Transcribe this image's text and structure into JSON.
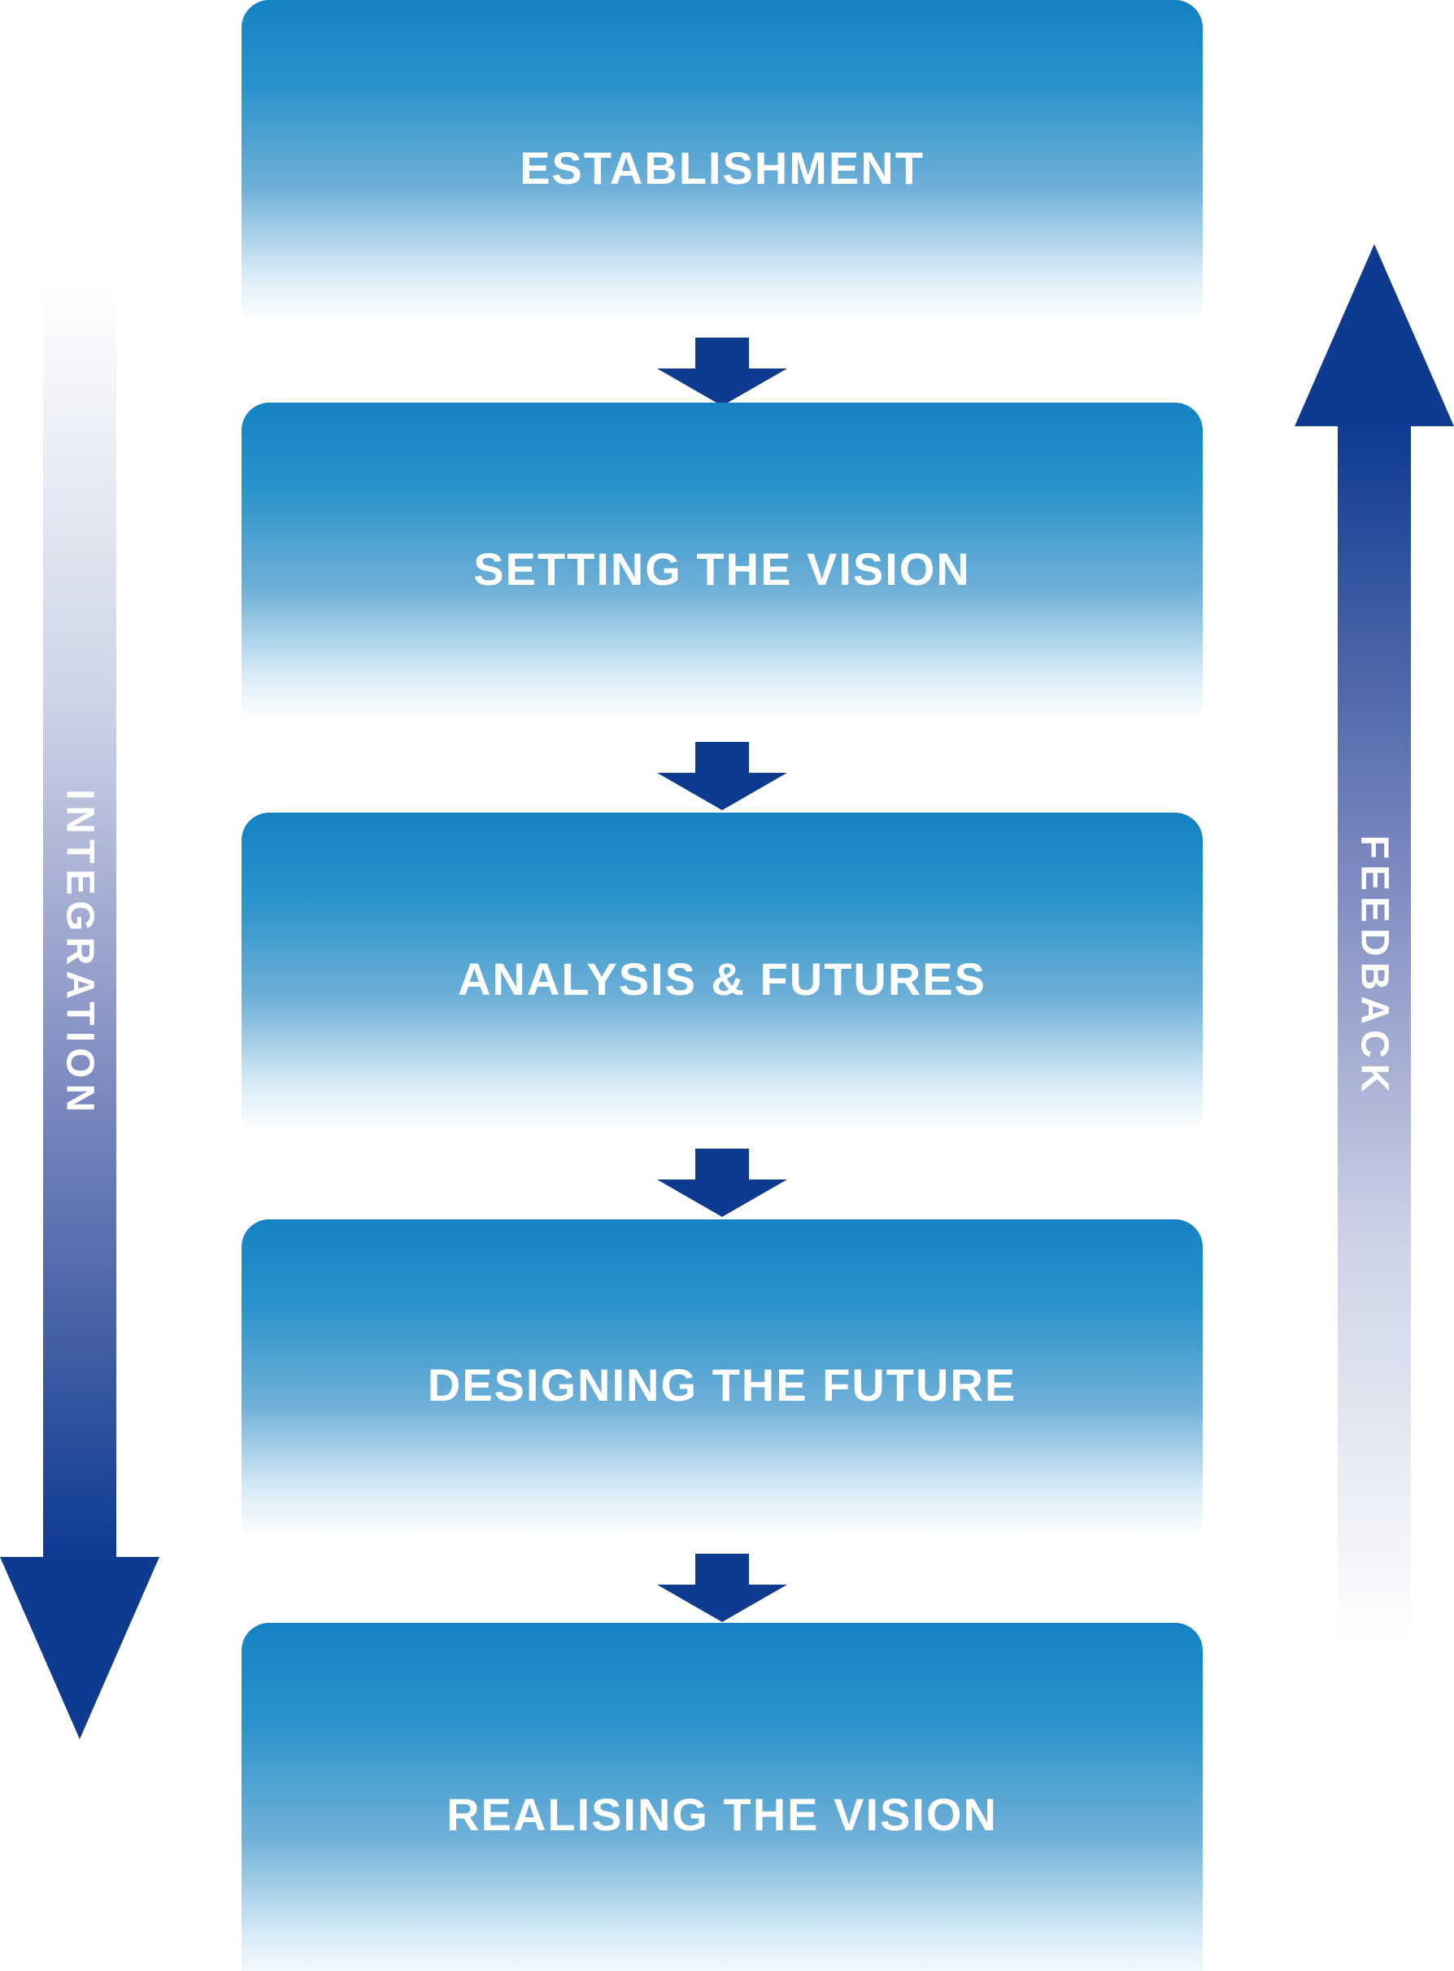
{
  "diagram": {
    "stages": [
      {
        "label": "ESTABLISHMENT"
      },
      {
        "label": "SETTING THE VISION"
      },
      {
        "label": "ANALYSIS & FUTURES"
      },
      {
        "label": "DESIGNING THE FUTURE"
      },
      {
        "label": "REALISING THE VISION"
      }
    ],
    "left_arrow": {
      "label": "INTEGRATION",
      "direction": "down"
    },
    "right_arrow": {
      "label": "FEEDBACK",
      "direction": "up"
    },
    "colors": {
      "stage_gradient_top": "#1482c3",
      "stage_gradient_bottom": "#ffffff",
      "arrow_navy": "#0e3a90",
      "label_text": "#ffffff"
    }
  }
}
